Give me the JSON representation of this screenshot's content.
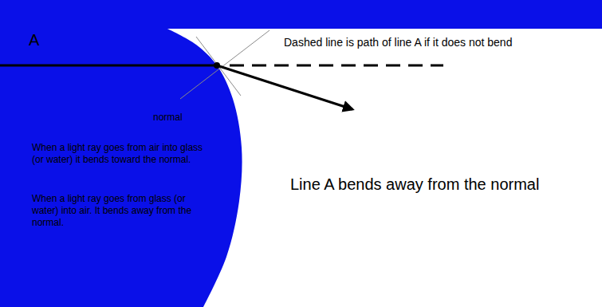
{
  "diagram": {
    "labels": [
      "A",
      "Dashed line is path of line A if it does not bend",
      "normal",
      "When a light ray goes from air into glass (or water) it bends toward the normal.",
      "When a light ray goes from glass (or water) into air. It bends away from the normal.",
      "Line A bends away from the normal"
    ]
  }
}
